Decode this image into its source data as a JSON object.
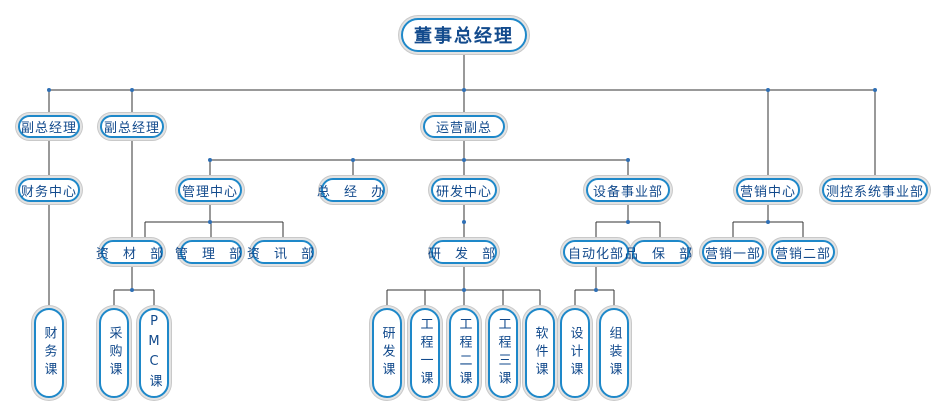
{
  "nodes": {
    "chairman": "董事总经理",
    "vp1": "副总经理",
    "vp2": "副总经理",
    "ops_vp": "运营副总",
    "finance_center": "财务中心",
    "mgmt_center": "管理中心",
    "gm_office": "总 经 办",
    "rd_center": "研发中心",
    "equipment_division": "设备事业部",
    "sales_center": "营销中心",
    "mc_division": "测控系统事业部",
    "materials_dept": "资 材 部",
    "mgmt_dept": "管 理 部",
    "it_dept": "资 讯 部",
    "rd_dept": "研 发 部",
    "automation_dept": "自动化部",
    "qa_dept": "品 保 部",
    "sales_1": "营销一部",
    "sales_2": "营销二部",
    "finance_section": "财务课",
    "purchasing_section": "采购课",
    "pmc_section": "PMC课",
    "rd_section": "研发课",
    "eng1_section": "工程一课",
    "eng2_section": "工程二课",
    "eng3_section": "工程三课",
    "software_section": "软件课",
    "design_section": "设计课",
    "assembly_section": "组装课"
  },
  "colors": {
    "border": "#1e88c9",
    "text": "#124a8c",
    "line": "#333333",
    "dot": "#2f6fb4"
  }
}
